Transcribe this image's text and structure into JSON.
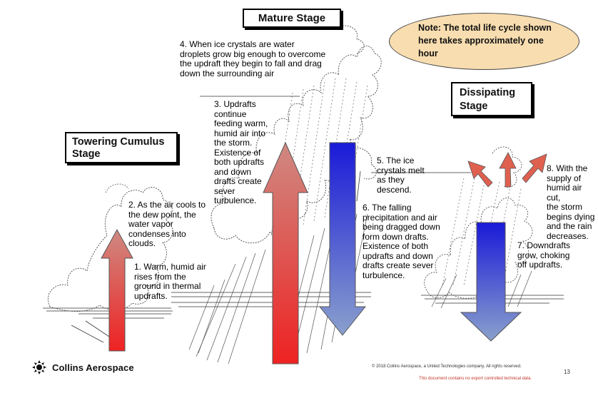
{
  "stages": {
    "towering": "Towering Cumulus Stage",
    "towering_line1": "Towering Cumulus",
    "towering_line2": "Stage",
    "mature": "Mature Stage",
    "dissipating_line1": "Dissipating",
    "dissipating_line2": "Stage"
  },
  "note": "Note: The total life cycle shown here takes approximately one hour",
  "steps": {
    "s1": [
      "1. Warm, humid air",
      "rises from the",
      "ground in thermal",
      "updrafts."
    ],
    "s2": [
      "2. As the air cools to",
      "the dew point, the",
      "water vapor",
      "condenses into",
      "clouds."
    ],
    "s3": [
      "3. Updrafts",
      "continue",
      "feeding warm,",
      "humid air into",
      "the storm.",
      "Existence of",
      "both updrafts",
      "and down",
      "drafts create",
      "sever",
      "turbulence."
    ],
    "s4": [
      "4. When ice crystals are water",
      "droplets grow big enough to overcome",
      "the updraft they begin to fall and drag",
      "down the surrounding air"
    ],
    "s5": [
      "5. The ice",
      "crystals melt",
      "as they",
      "descend."
    ],
    "s6": [
      "6. The falling",
      "precipitation and air",
      "being dragged down",
      "form down drafts.",
      "Existence of both",
      "updrafts and down",
      "drafts create sever",
      "turbulence."
    ],
    "s7": [
      "7. Downdrafts",
      "grow, choking",
      "off updrafts."
    ],
    "s8": [
      "8. With the",
      "supply of",
      "humid air cut,",
      "the storm",
      "begins dying",
      "and the rain",
      "decreases."
    ]
  },
  "footer": {
    "brand": "Collins Aerospace",
    "copyright": "© 2018 Collins Aerospace, a United Technologies company. All rights reserved.",
    "export": "This document contains no export controlled technical data.",
    "page": "13"
  },
  "colors": {
    "up_arrow": "#e0413a",
    "down_arrow": "#2a2ad0",
    "note_bg": "#f8ddb0"
  }
}
